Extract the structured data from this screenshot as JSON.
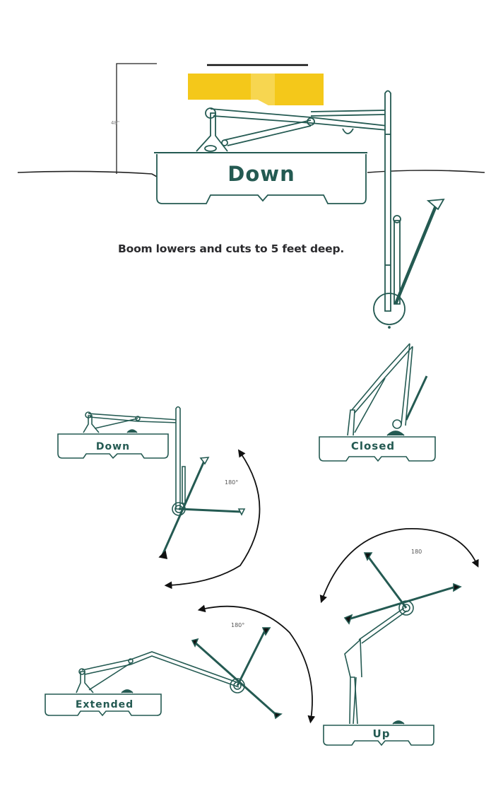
{
  "figure": {
    "caption": "Boom lowers and cuts to 5 feet deep.",
    "dimension_label": "48\"",
    "colors": {
      "machine": "#245a52",
      "cutter_bar": "#245a52",
      "water_line": "#222222",
      "arrows": "#111111",
      "yellow_bar": "#f4c81a",
      "caption_text": "#2b2b2e"
    }
  },
  "positions": [
    {
      "id": "main",
      "label": "Down"
    },
    {
      "id": "down-rotation",
      "label": "Down",
      "angle": "180°"
    },
    {
      "id": "closed",
      "label": "Closed"
    },
    {
      "id": "extended",
      "label": "Extended",
      "angle": "180°"
    },
    {
      "id": "up",
      "label": "Up",
      "angle": "180"
    }
  ]
}
